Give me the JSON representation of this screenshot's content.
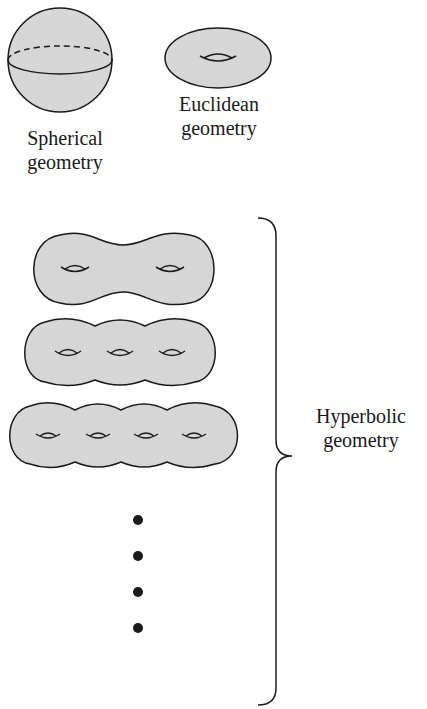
{
  "diagram": {
    "labels": [
      "Spherical geometry",
      "Euclidean geometry",
      "Hyperbolic geometry"
    ]
  }
}
